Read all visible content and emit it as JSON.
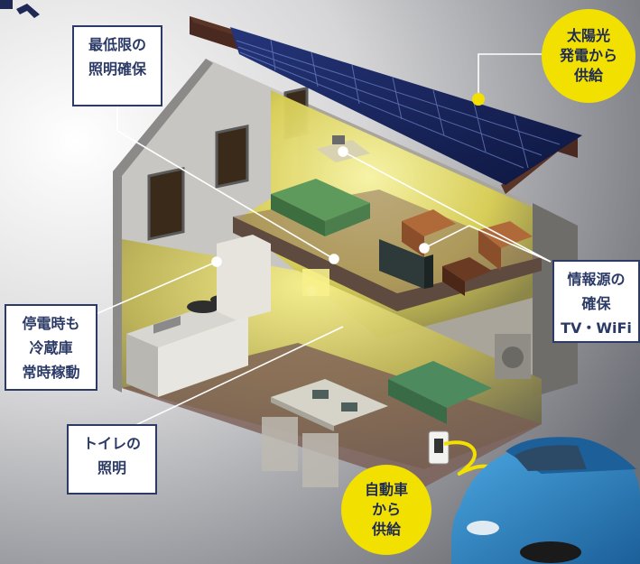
{
  "colors": {
    "label_border": "#2b3a66",
    "bubble_fill": "#f2e000",
    "light_yellow": "#f4ef6a",
    "solar_blue": "#1b2a5c",
    "car_blue": "#2c86c6",
    "wall_gray": "#8c8a88"
  },
  "labels": {
    "lighting": {
      "line1": "最低限の",
      "line2": "照明確保"
    },
    "solar": {
      "line1": "太陽光",
      "line2": "発電から",
      "line3": "供給"
    },
    "info": {
      "line1": "情報源の",
      "line2": "確保",
      "line3": "TV・WiFi"
    },
    "fridge": {
      "line1": "停電時も",
      "line2": "冷蔵庫",
      "line3": "常時稼動"
    },
    "toilet": {
      "line1": "トイレの",
      "line2": "照明"
    },
    "car": {
      "line1": "自動車",
      "line2": "から",
      "line3": "供給"
    }
  },
  "icons": {
    "corner": "arrow-corner-icon"
  }
}
